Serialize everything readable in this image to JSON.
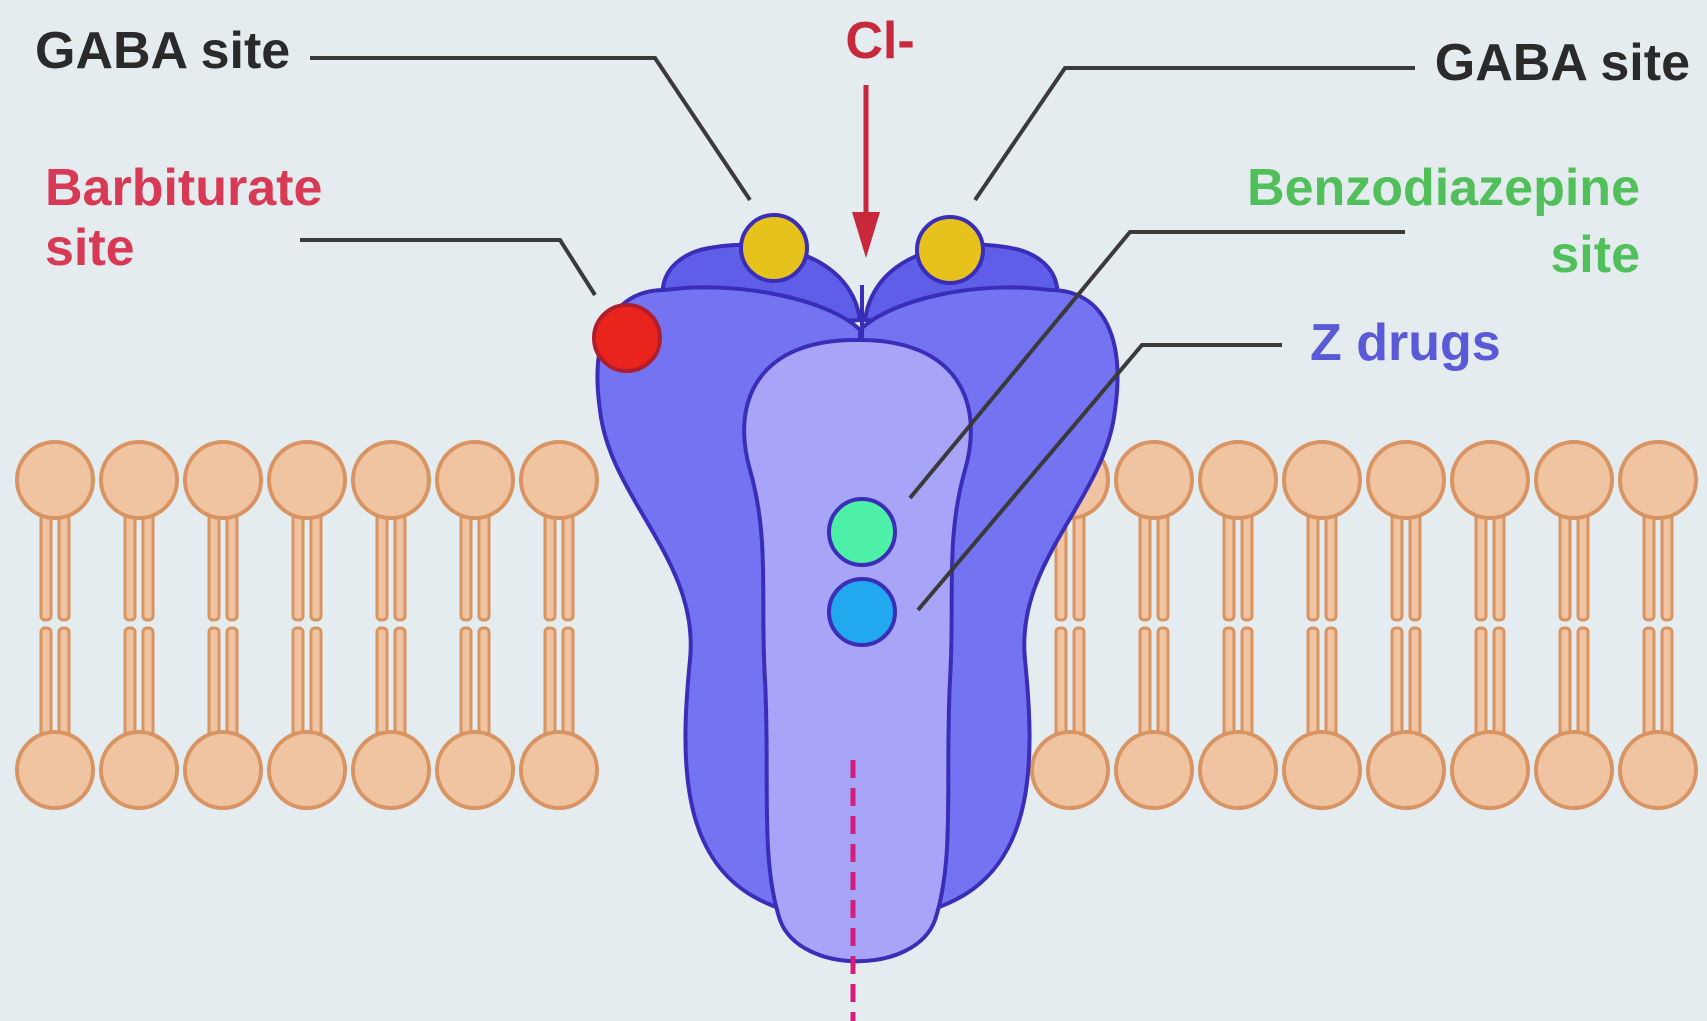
{
  "labels": {
    "gaba_left": "GABA site",
    "gaba_right": "GABA site",
    "chloride": "Cl-",
    "barbiturate_line1": "Barbiturate",
    "barbiturate_line2": "site",
    "benzodiazepine_line1": "Benzodiazepine",
    "benzodiazepine_line2": "site",
    "z_drugs": "Z drugs"
  },
  "colors": {
    "background": "#e4ecef",
    "label_dark": "#2a2a2a",
    "chloride": "#c8283c",
    "barbiturate": "#d83a55",
    "benzodiazepine": "#52c05a",
    "z_drugs": "#5a5ad8",
    "gaba_site": "#e8c21c",
    "barbiturate_site": "#e8241c",
    "benzodiazepine_site": "#4ef0a8",
    "z_drug_site": "#22a8ee",
    "receptor_outer": "#6f6ff0",
    "receptor_inner": "#a8a4f8",
    "receptor_edge": "#3a2eb8",
    "lipid_head": "#f0c4a0",
    "lipid_edge": "#d89462"
  }
}
